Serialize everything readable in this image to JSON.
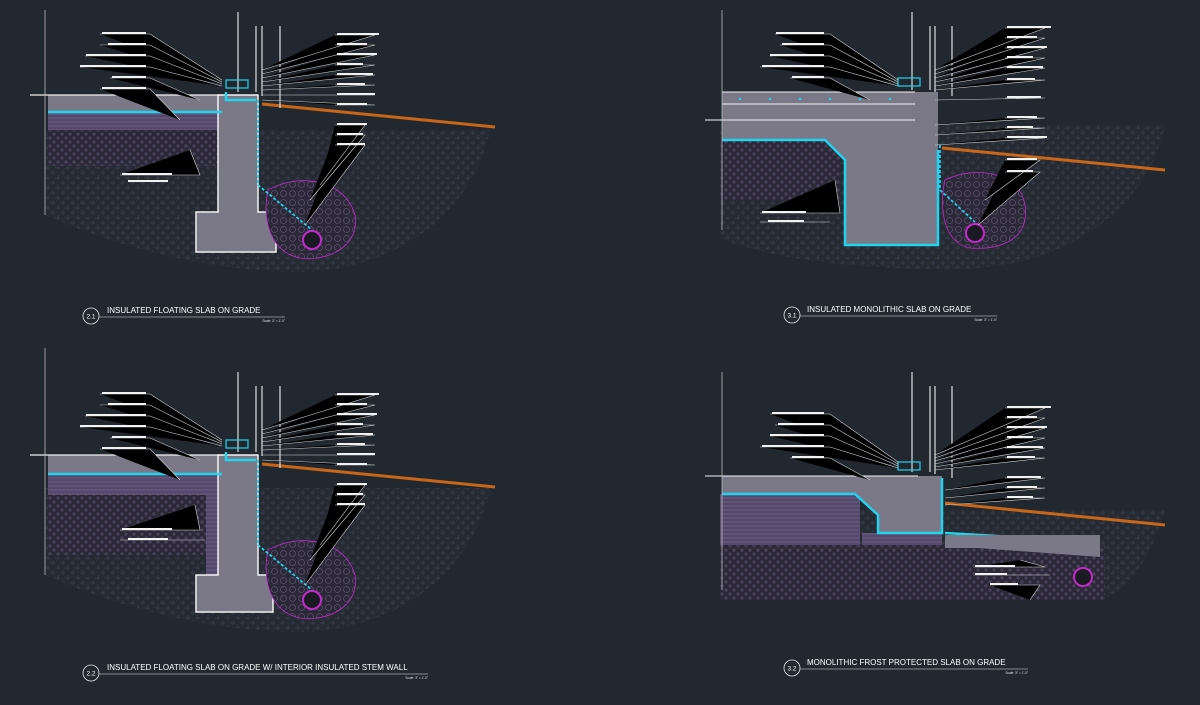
{
  "colors": {
    "background": "#212830",
    "concrete": "#7b7887",
    "gravel": "#2e2a3a",
    "insulation": "#5d5470",
    "membrane": "#22d3ee",
    "grade_line": "#c8661a",
    "drain": "#c22acb",
    "leader": "#e8e8e8"
  },
  "details": [
    {
      "number": "2.1",
      "title": "INSULATED FLOATING SLAB ON GRADE",
      "scale": "Scale: 3\" = 1'-0\""
    },
    {
      "number": "3.1",
      "title": "INSULATED MONOLITHIC SLAB ON GRADE",
      "scale": "Scale: 3\" = 1'-0\""
    },
    {
      "number": "2.2",
      "title": "INSULATED FLOATING SLAB ON GRADE W/ INTERIOR INSULATED STEM WALL",
      "scale": "Scale: 3\" = 1'-0\""
    },
    {
      "number": "3.2",
      "title": "MONOLITHIC FROST PROTECTED SLAB ON GRADE",
      "scale": "Scale: 3\" = 1'-0\""
    }
  ]
}
